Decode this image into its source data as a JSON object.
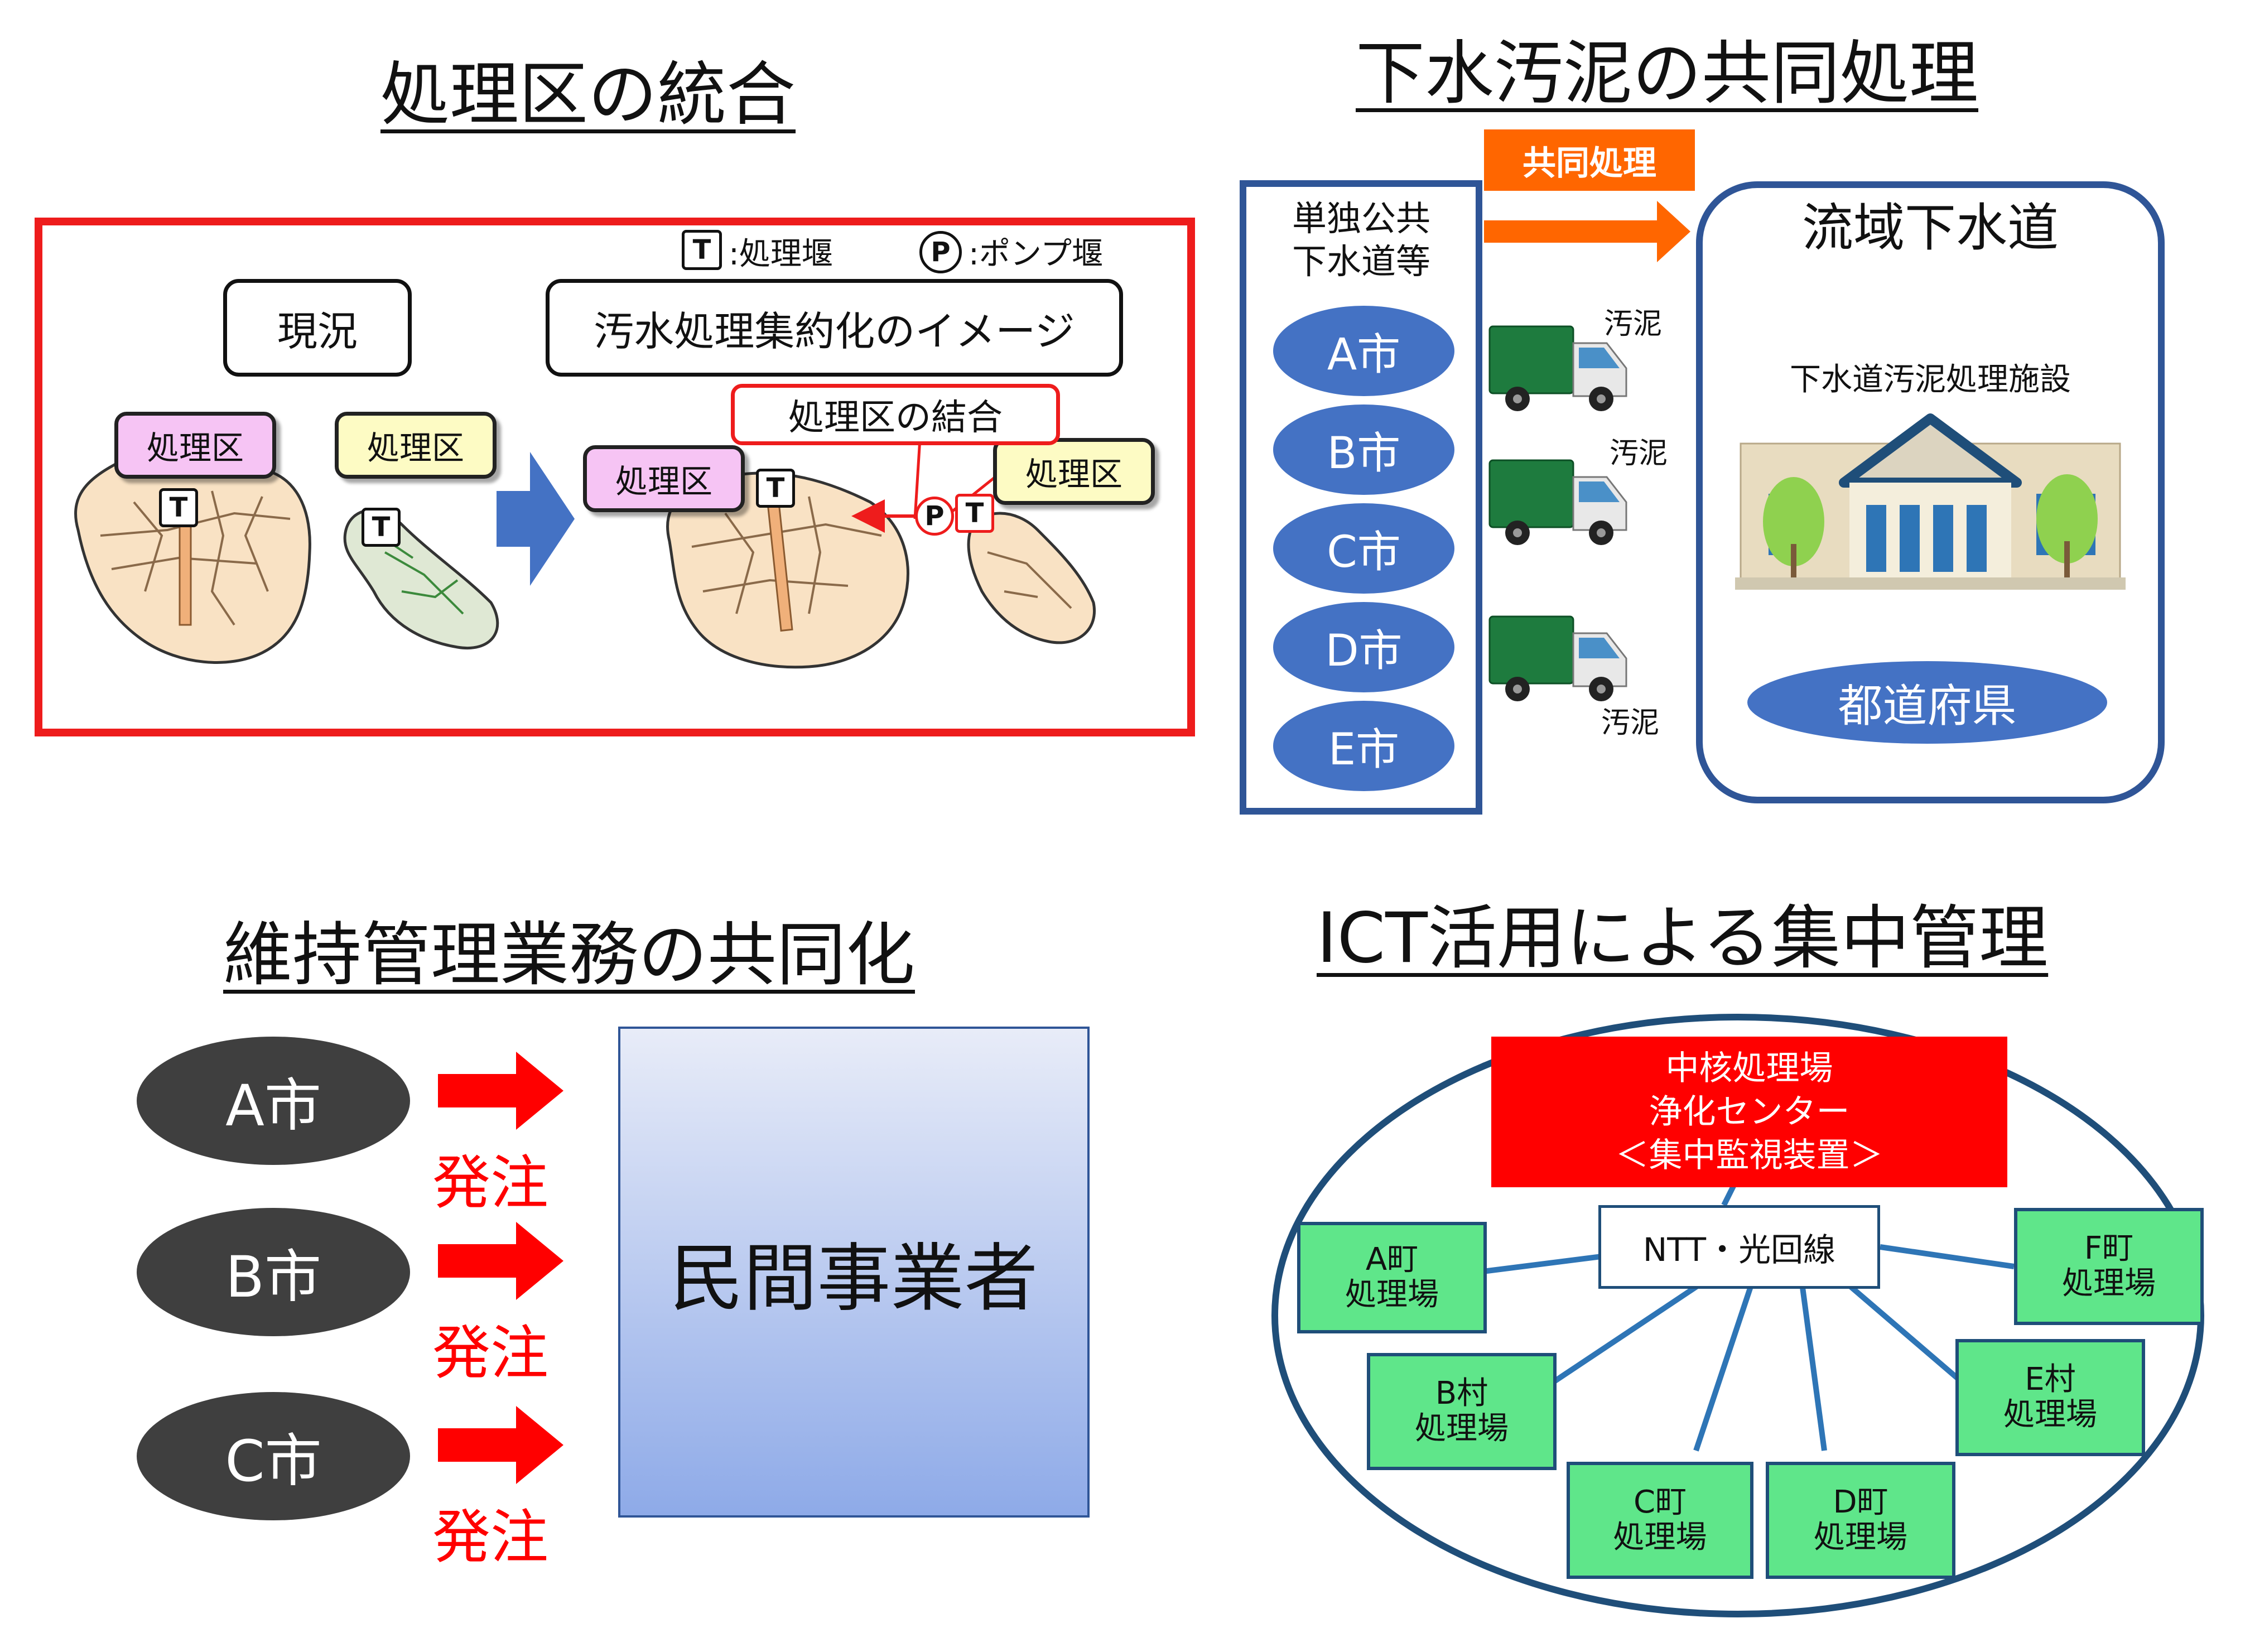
{
  "panel1": {
    "heading": "処理区の統合",
    "legend_t_symbol": "T",
    "legend_t_text": ":処理堰",
    "legend_p_symbol": "P",
    "legend_p_text": ":ポンプ堰",
    "current_label": "現況",
    "image_label": "汚水処理集約化のイメージ",
    "zone_a_label": "処理区",
    "zone_b_label": "処理区",
    "zone_c_label": "処理区",
    "zone_d_label": "処理区",
    "merge_callout": "処理区の結合",
    "t_marker": "T",
    "p_marker": "P",
    "colors": {
      "border": "#ee1c1c",
      "pink_zone": "#f6c4f4",
      "yellow_zone": "#fdfbc4",
      "arrow": "#4472c4"
    }
  },
  "panel2": {
    "heading": "下水汚泥の共同処理",
    "municipal_title": "単独公共\n下水道等",
    "cities": [
      "A市",
      "B市",
      "C市",
      "D市",
      "E市"
    ],
    "joint_label": "共同処理",
    "regional_title": "流域下水道",
    "facility_label": "下水道汚泥処理施設",
    "prefecture_label": "都道府県",
    "sludge_labels": [
      "汚泥",
      "汚泥",
      "汚泥"
    ],
    "colors": {
      "frame": "#2f5597",
      "oval": "#4472c4",
      "joint": "#ff6600",
      "truck": "#1e7b3e"
    }
  },
  "panel3": {
    "heading": "維持管理業務の共同化",
    "cities": [
      "A市",
      "B市",
      "C市"
    ],
    "order_labels": [
      "発注",
      "発注",
      "発注"
    ],
    "contractor_label": "民間事業者",
    "colors": {
      "oval": "#3f3f3f",
      "arrow": "#ff0000",
      "contractor_top": "#e8ecf8",
      "contractor_bottom": "#8eaae8"
    }
  },
  "panel4": {
    "heading": "ICT活用による集中管理",
    "center_line1": "中核処理場",
    "center_line2": "浄化センター",
    "center_line3": "＜集中監視装置＞",
    "network_label": "NTT・光回線",
    "plants": [
      {
        "name": "A町",
        "sub": "処理場"
      },
      {
        "name": "B村",
        "sub": "処理場"
      },
      {
        "name": "C町",
        "sub": "処理場"
      },
      {
        "name": "D町",
        "sub": "処理場"
      },
      {
        "name": "E村",
        "sub": "処理場"
      },
      {
        "name": "F町",
        "sub": "処理場"
      }
    ],
    "colors": {
      "center": "#ff0000",
      "plant": "#5fe68a",
      "line": "#2e75b6"
    }
  }
}
